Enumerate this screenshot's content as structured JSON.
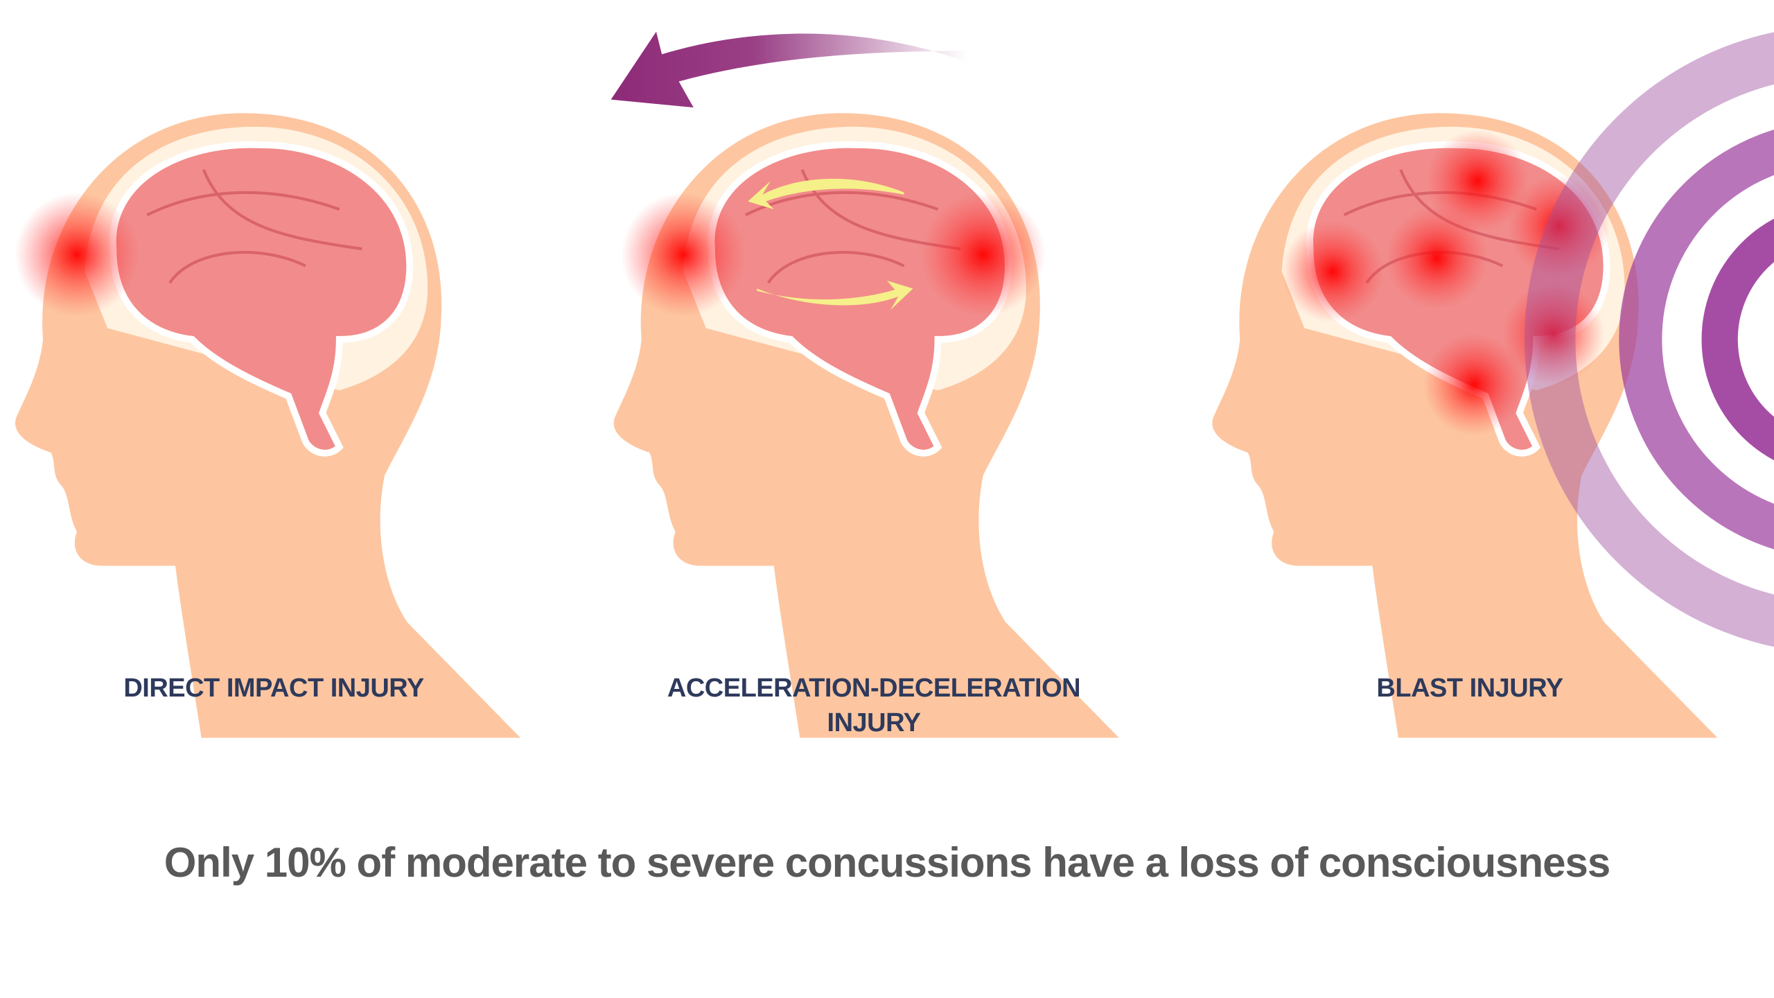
{
  "panels": [
    {
      "label": "DIRECT IMPACT INJURY"
    },
    {
      "label_line1": "ACCELERATION-DECELERATION",
      "label_line2": "INJURY"
    },
    {
      "label": "BLAST INJURY"
    }
  ],
  "caption": "Only 10% of moderate to severe concussions have a loss of consciousness",
  "colors": {
    "skin": "#fdc6a0",
    "brain": "#f28b8b",
    "impact": "#ff0000",
    "arrow": "#8e2a78",
    "blast": "#9b3a9b",
    "label": "#2e3a5c",
    "caption": "#595959",
    "motion_arrows": "#f5f08a"
  }
}
